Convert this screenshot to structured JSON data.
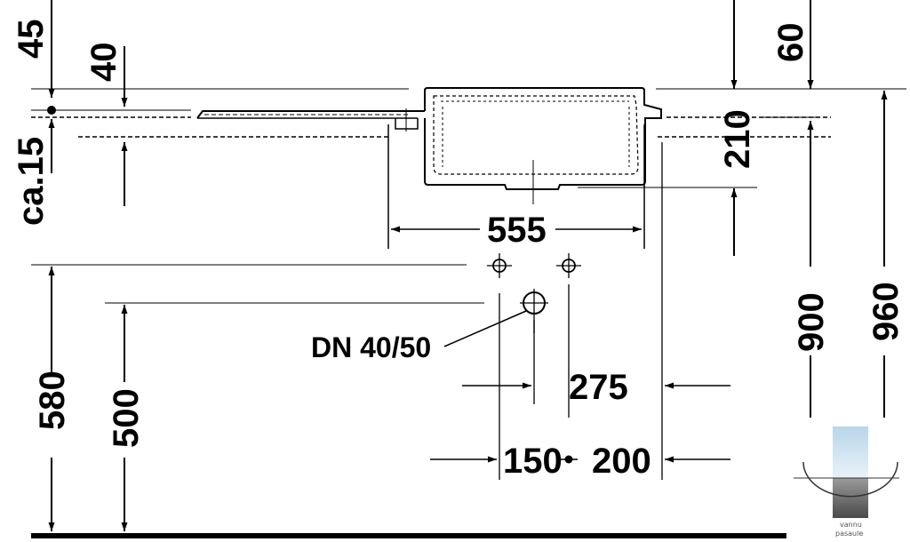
{
  "dimensions": {
    "d45": "45",
    "d40": "40",
    "ca15": "ca.15",
    "d60": "60",
    "d210": "210",
    "d555": "555",
    "d580": "580",
    "d500": "500",
    "d900": "900",
    "d960": "960",
    "d275": "275",
    "d150": "150",
    "d200": "200"
  },
  "labels": {
    "drain": "DN 40/50"
  },
  "logo": {
    "line1": "vannu",
    "line2": "pasaule"
  }
}
